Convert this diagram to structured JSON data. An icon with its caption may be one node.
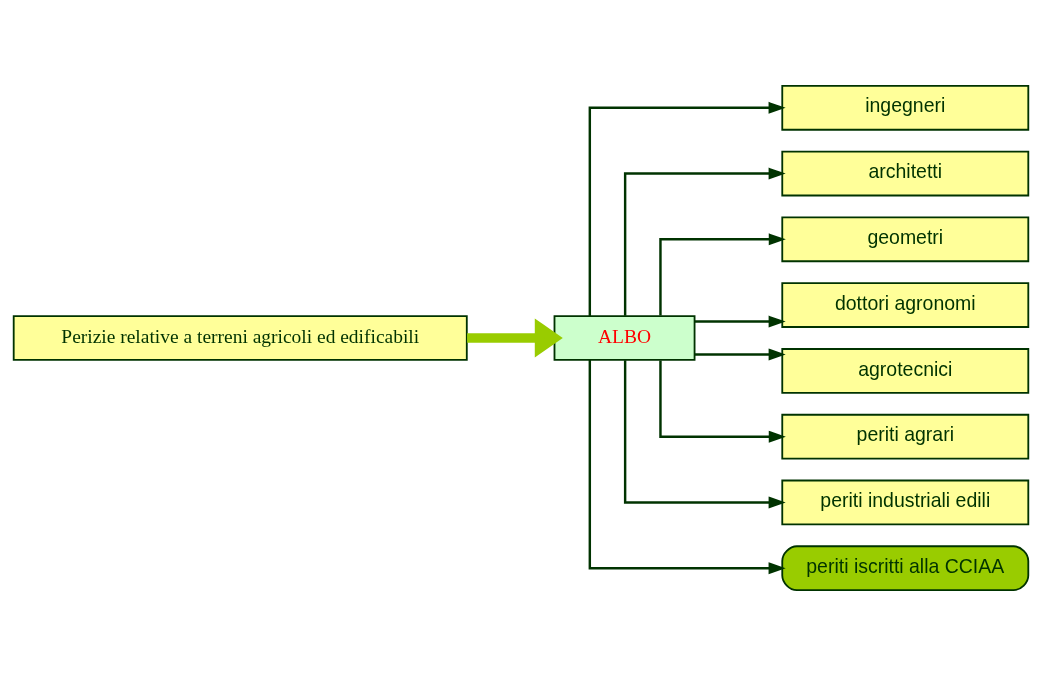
{
  "diagram": {
    "nodes": [
      {
        "text": [
          "Perizie relative a terreni agricoli ed edificabili"
        ]
      },
      {
        "text": [
          "ALBO"
        ]
      },
      {
        "text": [
          "ingegneri"
        ]
      },
      {
        "text": [
          "architetti"
        ]
      },
      {
        "text": [
          "geometri"
        ]
      },
      {
        "text": [
          "dottori agronomi"
        ]
      },
      {
        "text": [
          "agrotecnici"
        ]
      },
      {
        "text": [
          "periti agrari"
        ]
      },
      {
        "text": [
          "periti industriali edili"
        ]
      },
      {
        "text": [
          "periti iscritti alla CCIAA"
        ]
      }
    ],
    "edges": [
      {
        "from": 0,
        "to": 1,
        "arrow": "to",
        "style": "thick",
        "color": "#99cc00"
      },
      {
        "from": 1,
        "to": 2,
        "arrow": "to"
      },
      {
        "from": 1,
        "to": 3,
        "arrow": "to"
      },
      {
        "from": 1,
        "to": 4,
        "arrow": "to"
      },
      {
        "from": 1,
        "to": 5,
        "arrow": "to"
      },
      {
        "from": 1,
        "to": 6,
        "arrow": "to"
      },
      {
        "from": 1,
        "to": 7,
        "arrow": "to"
      },
      {
        "from": 1,
        "to": 8,
        "arrow": "to"
      },
      {
        "from": 1,
        "to": 9,
        "arrow": "to"
      }
    ]
  }
}
